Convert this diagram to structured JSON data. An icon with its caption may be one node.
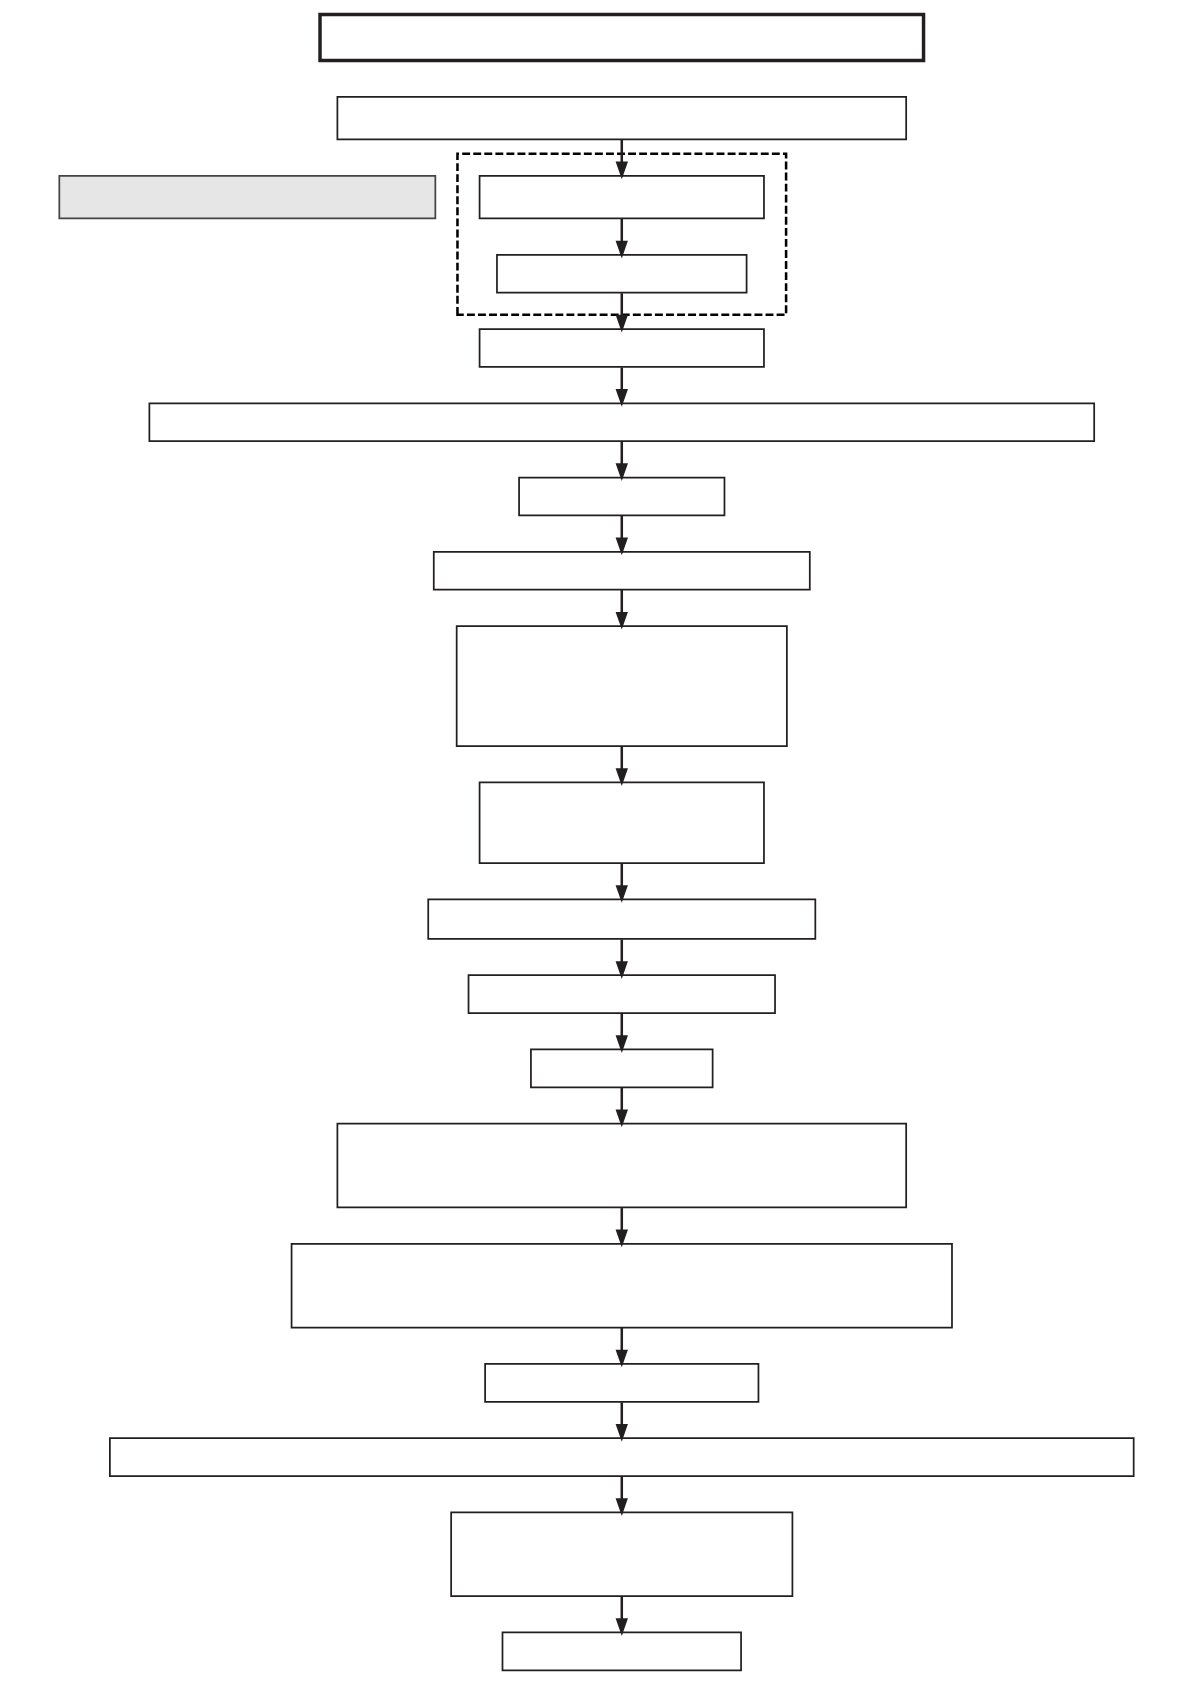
{
  "diagram": {
    "nodes": [
      {
        "text": [],
        "shape": "box"
      },
      {
        "text": [],
        "shape": "box"
      },
      {
        "text": [],
        "shape": "box"
      },
      {
        "text": [],
        "shape": "box",
        "in": 2
      },
      {
        "text": [],
        "shape": "box"
      },
      {
        "text": [],
        "shape": "box",
        "in": 2
      },
      {
        "text": [],
        "shape": "box"
      },
      {
        "text": [],
        "shape": "box"
      },
      {
        "text": [],
        "shape": "box"
      },
      {
        "text": [],
        "shape": "box"
      },
      {
        "text": [],
        "shape": "box"
      },
      {
        "text": [],
        "shape": "box"
      },
      {
        "text": [],
        "shape": "box"
      },
      {
        "text": [],
        "shape": "box"
      },
      {
        "text": [],
        "shape": "box"
      },
      {
        "text": [],
        "shape": "box"
      },
      {
        "text": [],
        "shape": "box"
      },
      {
        "text": [],
        "shape": "box"
      },
      {
        "text": [],
        "shape": "box"
      },
      {
        "text": [],
        "shape": "box"
      },
      {
        "text": [],
        "shape": "box"
      }
    ],
    "edges": [
      {
        "from": 1,
        "to": 3,
        "arrow": "to"
      },
      {
        "from": 3,
        "to": 5,
        "arrow": "to"
      },
      {
        "from": 5,
        "to": 6,
        "arrow": "to"
      },
      {
        "from": 6,
        "to": 7,
        "arrow": "to"
      },
      {
        "from": 7,
        "to": 8,
        "arrow": "to"
      },
      {
        "from": 8,
        "to": 9,
        "arrow": "to"
      },
      {
        "from": 9,
        "to": 10,
        "arrow": "to"
      },
      {
        "from": 10,
        "to": 11,
        "arrow": "to"
      },
      {
        "from": 11,
        "to": 12,
        "arrow": "to"
      },
      {
        "from": 12,
        "to": 13,
        "arrow": "to"
      },
      {
        "from": 13,
        "to": 14,
        "arrow": "to"
      },
      {
        "from": 14,
        "to": 15,
        "arrow": "to"
      },
      {
        "from": 15,
        "to": 16,
        "arrow": "to"
      },
      {
        "from": 16,
        "to": 17,
        "arrow": "to"
      },
      {
        "from": 17,
        "to": 18,
        "arrow": "to"
      },
      {
        "from": 18,
        "to": 19,
        "arrow": "to"
      },
      {
        "from": 19,
        "to": 20,
        "arrow": "to"
      }
    ]
  }
}
